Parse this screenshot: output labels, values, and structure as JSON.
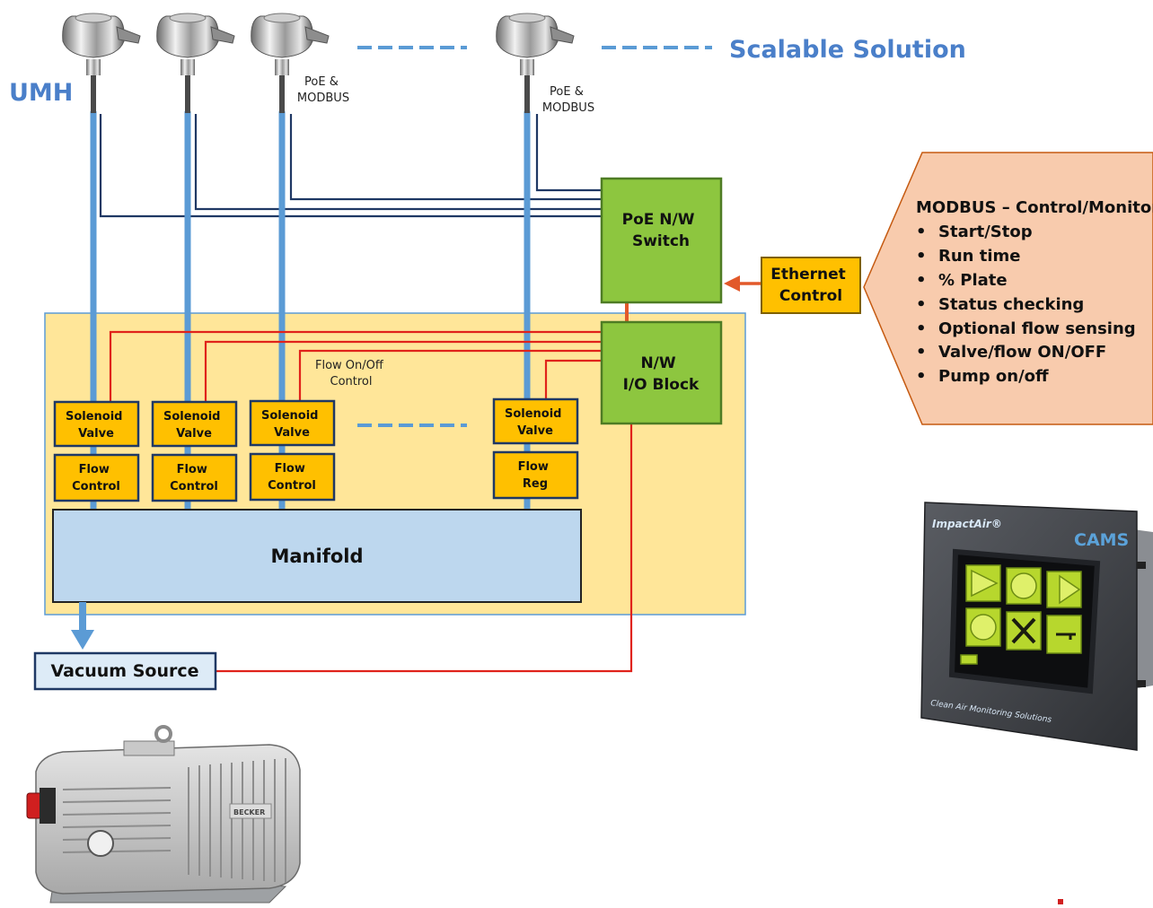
{
  "header": {
    "umh_label": "UMH",
    "scalable_label": "Scalable Solution",
    "poe_modbus_1": [
      "PoE &",
      "MODBUS"
    ],
    "poe_modbus_2": [
      "PoE &",
      "MODBUS"
    ]
  },
  "switch": {
    "lines": [
      "PoE N/W",
      "Switch"
    ]
  },
  "io_block": {
    "lines": [
      "N/W",
      "I/O Block"
    ]
  },
  "ethernet": {
    "lines": [
      "Ethernet",
      "Control"
    ]
  },
  "flow_onoff": {
    "lines": [
      "Flow On/Off",
      "Control"
    ]
  },
  "valves": [
    {
      "solenoid": [
        "Solenoid",
        "Valve"
      ],
      "flow": [
        "Flow",
        "Control"
      ]
    },
    {
      "solenoid": [
        "Solenoid",
        "Valve"
      ],
      "flow": [
        "Flow",
        "Control"
      ]
    },
    {
      "solenoid": [
        "Solenoid",
        "Valve"
      ],
      "flow": [
        "Flow",
        "Control"
      ]
    },
    {
      "solenoid": [
        "Solenoid",
        "Valve"
      ],
      "flow": [
        "Flow",
        "Reg"
      ]
    }
  ],
  "manifold": {
    "label": "Manifold"
  },
  "vacuum": {
    "label": "Vacuum Source"
  },
  "modbus_panel": {
    "title": "MODBUS – Control/Monitor",
    "items": [
      "Start/Stop",
      "Run time",
      "% Plate",
      "Status checking",
      "Optional flow sensing",
      "Valve/flow ON/OFF",
      "Pump on/off"
    ]
  },
  "device": {
    "brand": "ImpactAir®",
    "logo": "CAMS",
    "footer": "Clean Air Monitoring Solutions"
  },
  "pump": {
    "brand": "BECKER"
  },
  "colors": {
    "blue_line": "#5b9bd5",
    "navy_line": "#1f3864",
    "red_line": "#e0231b",
    "orange_arrow": "#e2592a",
    "green_box": "#8dc63f",
    "yellow_box": "#ffc000",
    "yellow_bg": "#ffe699",
    "manifold_fill": "#bdd7ee",
    "panel_fill": "#f8cbad"
  }
}
